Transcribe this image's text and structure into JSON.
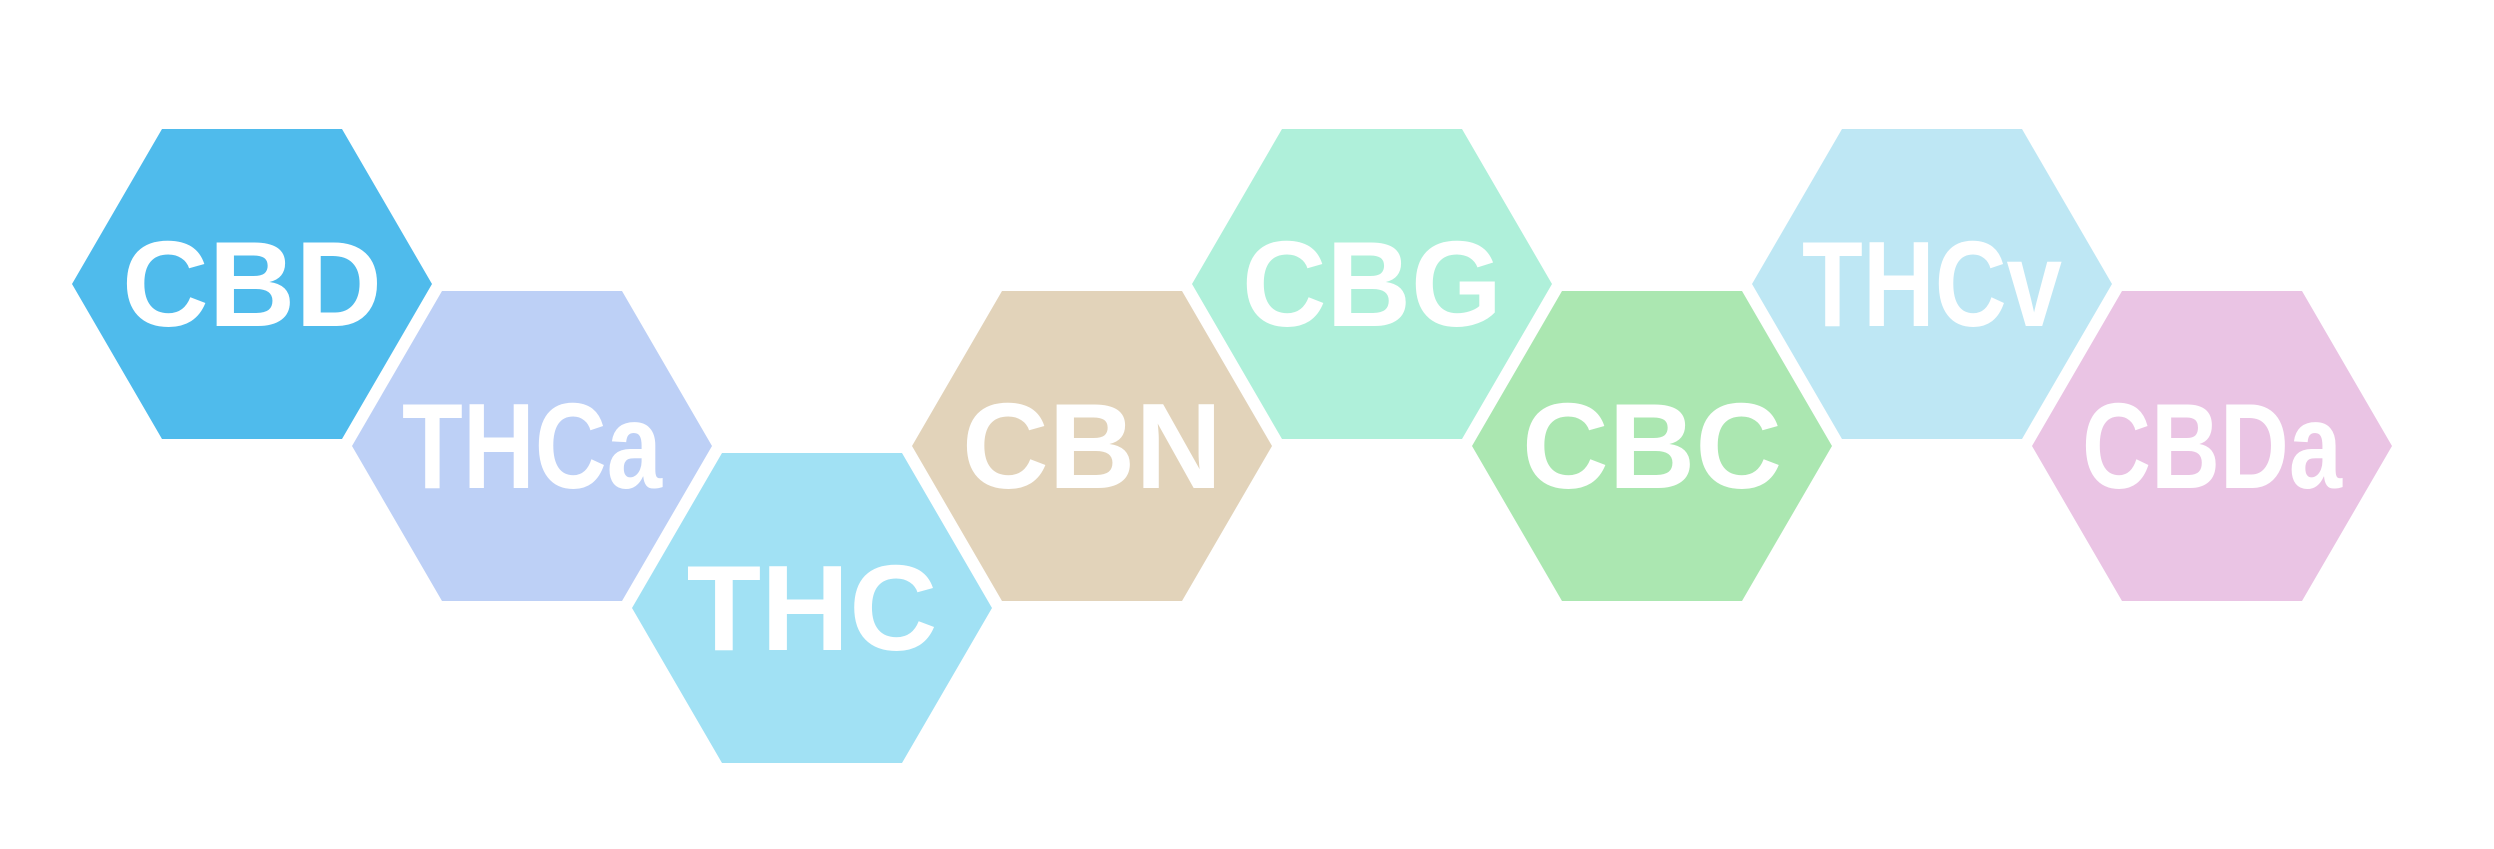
{
  "hexagons": [
    {
      "label": "CBD",
      "color": "#4FBBEC"
    },
    {
      "label": "THCa",
      "color": "#BDD0F6"
    },
    {
      "label": "THC",
      "color": "#A1E1F4"
    },
    {
      "label": "CBN",
      "color": "#E2D3BA"
    },
    {
      "label": "CBG",
      "color": "#AFF0DA"
    },
    {
      "label": "CBC",
      "color": "#ABE7B1"
    },
    {
      "label": "THCv",
      "color": "#BEE7F4"
    },
    {
      "label": "CBDa",
      "color": "#EAC4E4"
    }
  ]
}
